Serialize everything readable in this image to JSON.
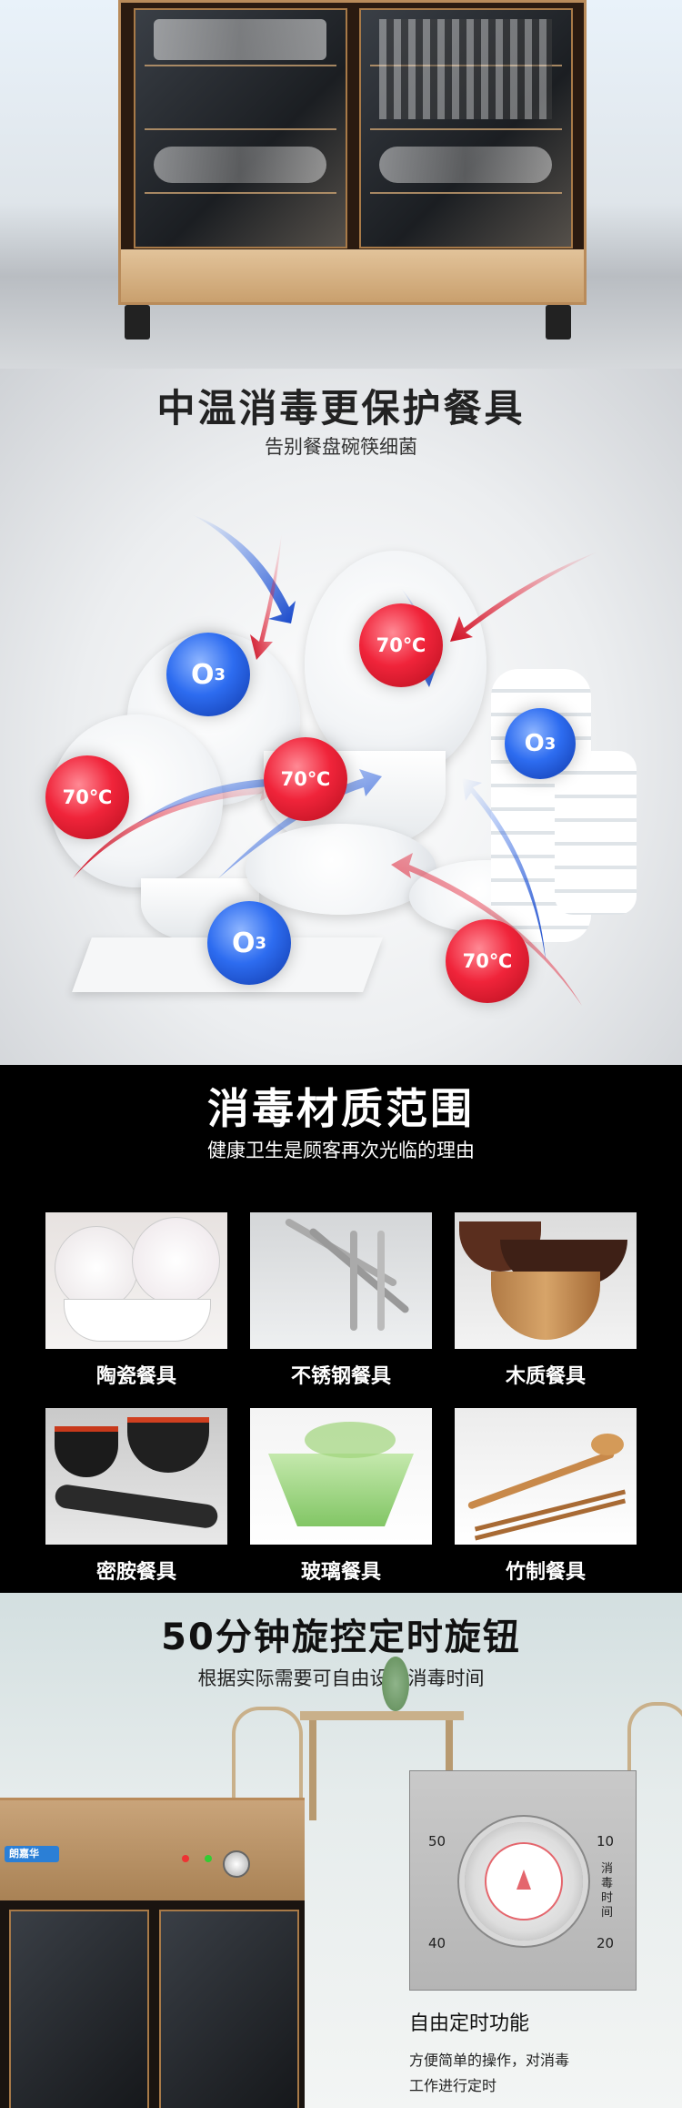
{
  "sec2": {
    "title": "中温消毒更保护餐具",
    "subtitle": "告别餐盘碗筷细菌",
    "temp_badge": "70℃",
    "ozone_badge": "O",
    "ozone_sub": "3"
  },
  "sec3": {
    "title": "消毒材质范围",
    "subtitle": "健康卫生是顾客再次光临的理由",
    "items": [
      {
        "label": "陶瓷餐具"
      },
      {
        "label": "不锈钢餐具"
      },
      {
        "label": "木质餐具"
      },
      {
        "label": "密胺餐具"
      },
      {
        "label": "玻璃餐具"
      },
      {
        "label": "竹制餐具"
      }
    ]
  },
  "sec4": {
    "title": "50分钟旋控定时旋钮",
    "subtitle": "根据实际需要可自由设定消毒时间",
    "dial": {
      "marks": [
        "50",
        "10",
        "40",
        "20"
      ],
      "side_label": "消毒时间"
    },
    "feature_title": "自由定时功能",
    "feature_desc_1": "方便简单的操作，对消毒",
    "feature_desc_2": "工作进行定时",
    "brand": "朗嘉华"
  },
  "colors": {
    "red_badge": "#f0243a",
    "blue_badge": "#2d6cf0",
    "wood": "#c9a06e",
    "black_bg": "#000000"
  }
}
